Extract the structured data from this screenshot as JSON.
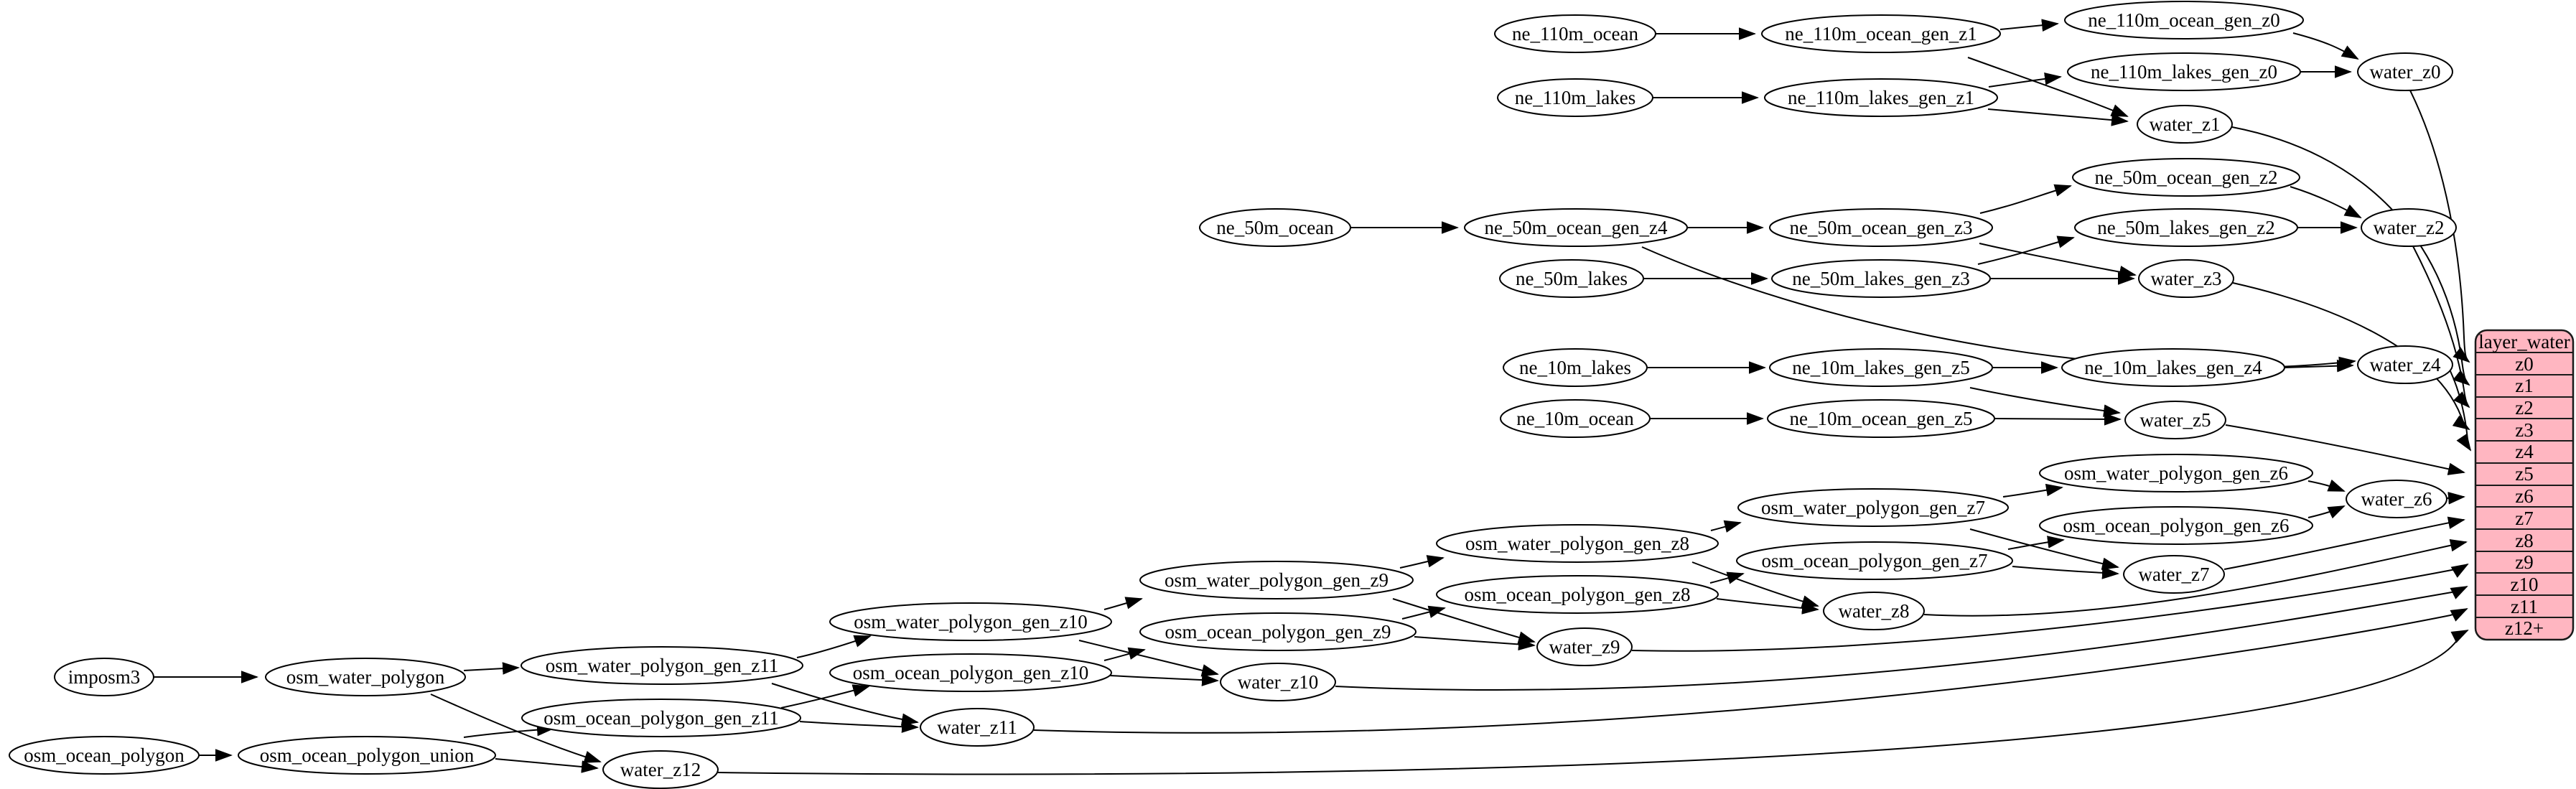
{
  "diagram": {
    "kind": "etl-dependency-graph",
    "background_color": "#ffffff",
    "edge_color": "#000000",
    "node_fill": "#ffffff",
    "node_stroke": "#000000",
    "nodes": {
      "ne_110m_ocean": "ne_110m_ocean",
      "ne_110m_ocean_gen_z1": "ne_110m_ocean_gen_z1",
      "ne_110m_ocean_gen_z0": "ne_110m_ocean_gen_z0",
      "water_z0": "water_z0",
      "ne_110m_lakes": "ne_110m_lakes",
      "ne_110m_lakes_gen_z1": "ne_110m_lakes_gen_z1",
      "ne_110m_lakes_gen_z0": "ne_110m_lakes_gen_z0",
      "water_z1": "water_z1",
      "ne_50m_ocean": "ne_50m_ocean",
      "ne_50m_ocean_gen_z4": "ne_50m_ocean_gen_z4",
      "ne_50m_ocean_gen_z3": "ne_50m_ocean_gen_z3",
      "ne_50m_ocean_gen_z2": "ne_50m_ocean_gen_z2",
      "ne_50m_lakes": "ne_50m_lakes",
      "ne_50m_lakes_gen_z3": "ne_50m_lakes_gen_z3",
      "ne_50m_lakes_gen_z2": "ne_50m_lakes_gen_z2",
      "water_z2": "water_z2",
      "water_z3": "water_z3",
      "ne_10m_lakes": "ne_10m_lakes",
      "ne_10m_lakes_gen_z5": "ne_10m_lakes_gen_z5",
      "ne_10m_lakes_gen_z4": "ne_10m_lakes_gen_z4",
      "water_z4": "water_z4",
      "ne_10m_ocean": "ne_10m_ocean",
      "ne_10m_ocean_gen_z5": "ne_10m_ocean_gen_z5",
      "water_z5": "water_z5",
      "osm_water_polygon_gen_z6": "osm_water_polygon_gen_z6",
      "water_z6": "water_z6",
      "osm_water_polygon_gen_z7": "osm_water_polygon_gen_z7",
      "osm_ocean_polygon_gen_z6": "osm_ocean_polygon_gen_z6",
      "osm_ocean_polygon_gen_z7": "osm_ocean_polygon_gen_z7",
      "water_z7": "water_z7",
      "osm_water_polygon_gen_z8": "osm_water_polygon_gen_z8",
      "osm_ocean_polygon_gen_z8": "osm_ocean_polygon_gen_z8",
      "water_z8": "water_z8",
      "osm_water_polygon_gen_z9": "osm_water_polygon_gen_z9",
      "osm_ocean_polygon_gen_z9": "osm_ocean_polygon_gen_z9",
      "water_z9": "water_z9",
      "osm_water_polygon_gen_z10": "osm_water_polygon_gen_z10",
      "osm_ocean_polygon_gen_z10": "osm_ocean_polygon_gen_z10",
      "water_z10": "water_z10",
      "osm_water_polygon_gen_z11": "osm_water_polygon_gen_z11",
      "osm_ocean_polygon_gen_z11": "osm_ocean_polygon_gen_z11",
      "water_z11": "water_z11",
      "osm_water_polygon": "osm_water_polygon",
      "water_z12": "water_z12",
      "imposm3": "imposm3",
      "osm_ocean_polygon": "osm_ocean_polygon",
      "osm_ocean_polygon_union": "osm_ocean_polygon_union"
    },
    "table": {
      "title": "layer_water",
      "rows": [
        "z0",
        "z1",
        "z2",
        "z3",
        "z4",
        "z5",
        "z6",
        "z7",
        "z8",
        "z9",
        "z10",
        "z11",
        "z12+"
      ],
      "fill": "#ffb6c1",
      "stroke": "#1a1a1a"
    }
  }
}
